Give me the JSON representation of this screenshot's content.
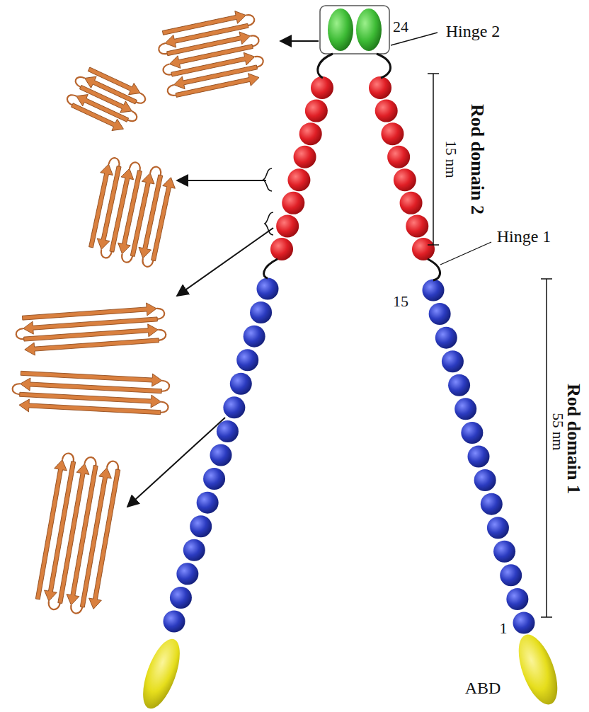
{
  "diagram": {
    "labels": [
      "24",
      "Hinge 2",
      "Rod domain 2",
      "15 nm",
      "Hinge 1",
      "15",
      "Rod domain 1",
      "55 nm",
      "1",
      "ABD"
    ]
  }
}
